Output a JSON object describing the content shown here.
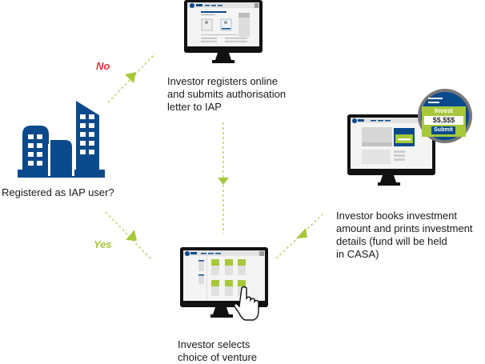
{
  "diagram": {
    "colors": {
      "brand_blue": "#0a4a8c",
      "accent_green": "#a6c83a",
      "no_red": "#e8323c",
      "monitor_black": "#111111",
      "screen_grey": "#d9d9d9"
    },
    "nodes": {
      "registered_question": {
        "text": "Registered as IAP user?",
        "icon": "office-buildings-icon"
      },
      "register_online": {
        "lines": [
          "Investor registers online",
          "and submits authorisation",
          "letter to IAP"
        ],
        "icon": "monitor-registration-icon"
      },
      "book_investment": {
        "lines": [
          "Investor books investment",
          "amount and prints investment",
          "details (fund will be held",
          "in CASA)"
        ],
        "icon": "monitor-invest-form-icon"
      },
      "select_venture": {
        "lines": [
          "Investor selects",
          "choice of venture"
        ],
        "icon": "monitor-venture-grid-icon"
      }
    },
    "edges": {
      "no_label": "No",
      "yes_label": "Yes"
    },
    "invest_widget": {
      "title": "Invest",
      "amount": "$$,$$$",
      "button": "Submit"
    }
  }
}
